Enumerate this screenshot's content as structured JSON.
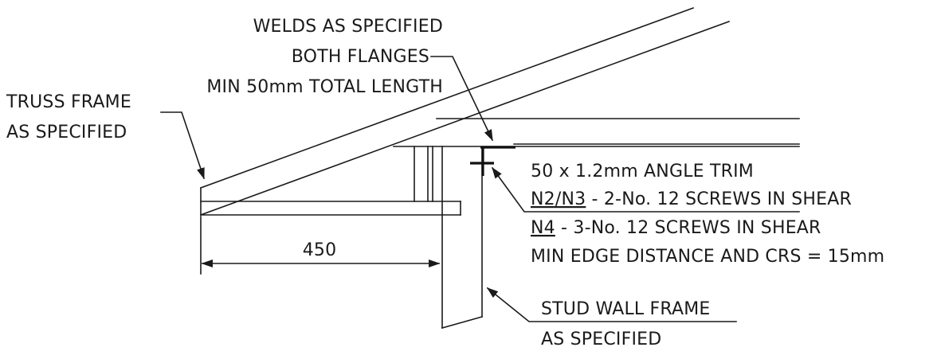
{
  "notes": {
    "welds": {
      "line1": "WELDS AS SPECIFIED",
      "line2": "BOTH FLANGES",
      "line3": "MIN 50mm TOTAL LENGTH"
    },
    "truss": {
      "line1": "TRUSS FRAME",
      "line2": "AS SPECIFIED"
    },
    "trim": {
      "line1": "50 x 1.2mm ANGLE TRIM",
      "line2_code": "N2/N3",
      "line2_rest": " - 2-No. 12 SCREWS IN SHEAR",
      "line3_code": "N4",
      "line3_rest": " - 3-No. 12 SCREWS IN SHEAR",
      "line4": "MIN EDGE DISTANCE AND CRS = 15mm"
    },
    "stud": {
      "line1": "STUD WALL FRAME",
      "line2": "AS SPECIFIED"
    }
  },
  "dimension": {
    "value": "450"
  }
}
